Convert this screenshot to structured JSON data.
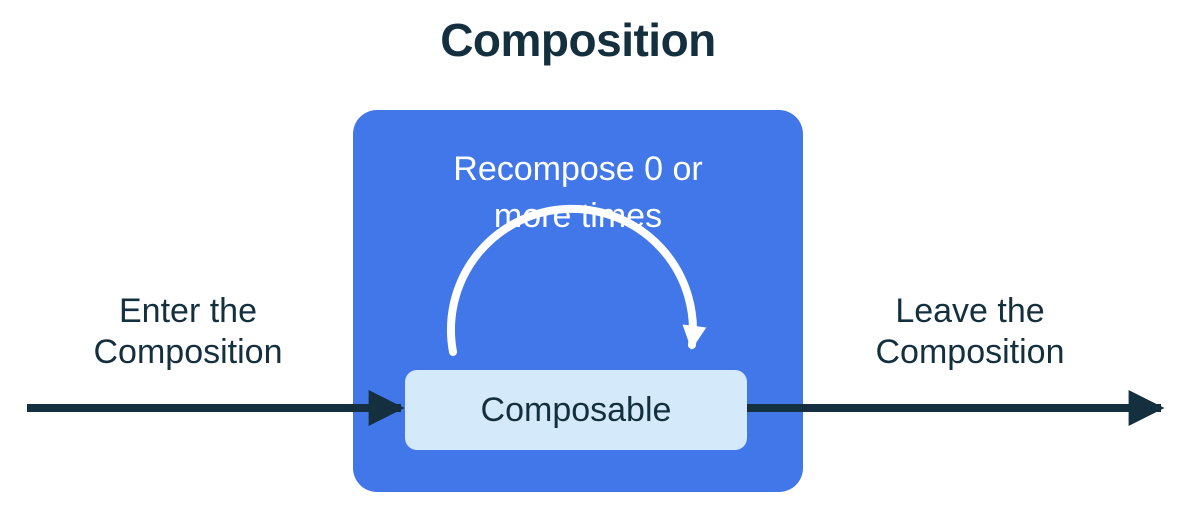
{
  "diagram": {
    "title": "Composition",
    "recompose_label": "Recompose 0 or\nmore times",
    "composable_label": "Composable",
    "enter_label": "Enter the\nComposition",
    "leave_label": "Leave the\nComposition"
  },
  "icons": {
    "enter_arrow": "right-arrow-icon",
    "leave_arrow": "right-arrow-icon",
    "recompose_arc": "curved-loop-arrow-icon"
  },
  "colors": {
    "navy": "#14303F",
    "blue": "#4277E9",
    "light-blue": "#D4E9FA",
    "white": "#FFFFFF",
    "background": "#FFFFFF"
  }
}
